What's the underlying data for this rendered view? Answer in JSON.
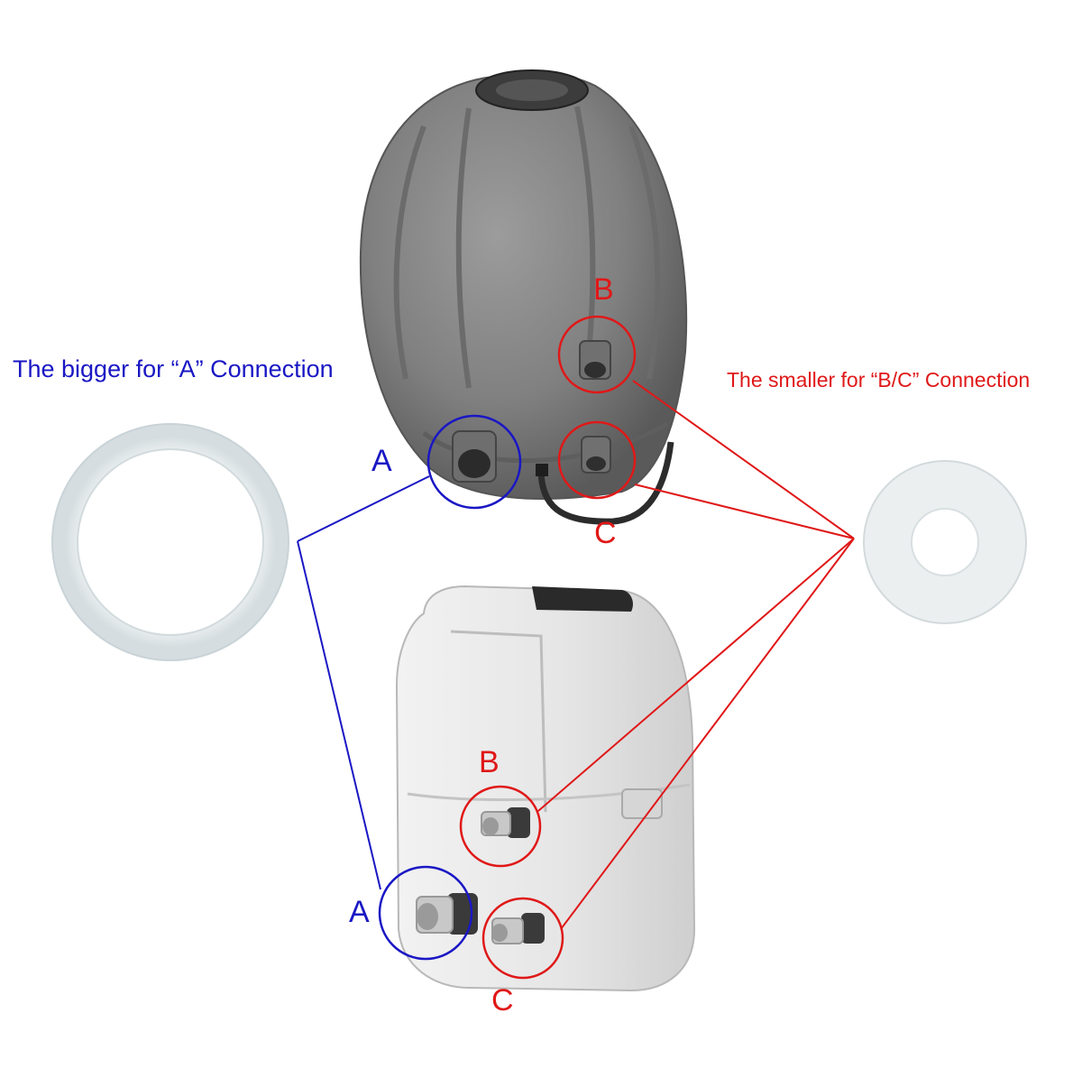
{
  "captions": {
    "a_connection": "The bigger for “A” Connection",
    "bc_connection": "The smaller for “B/C” Connection"
  },
  "labels": {
    "top_a": "A",
    "top_b": "B",
    "top_c": "C",
    "bottom_a": "A",
    "bottom_b": "B",
    "bottom_c": "C"
  },
  "colors": {
    "a_group": "#1a17c4",
    "bc_group": "#e01818",
    "gray_unit": "#7f7f7f",
    "white_unit": "#e7e7e7",
    "gasket": "#e9eef0"
  },
  "icons": {
    "large_gasket": "ring-gasket-large-icon",
    "small_gasket": "ring-gasket-small-icon"
  }
}
